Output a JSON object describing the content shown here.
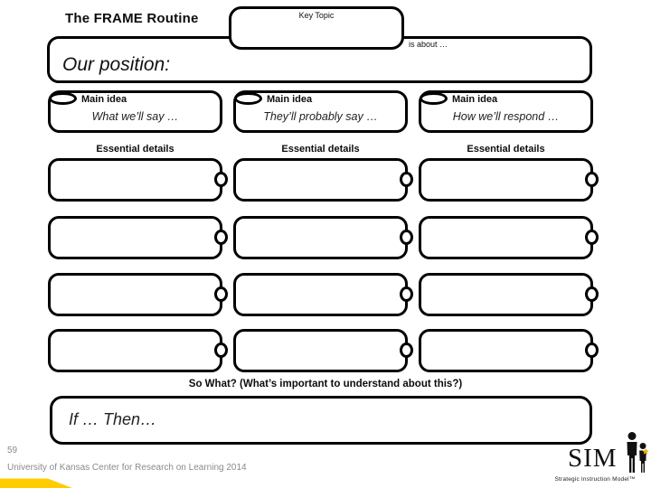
{
  "slide": {
    "title": "The FRAME Routine",
    "key_topic_label": "Key Topic",
    "is_about_label": "is about …",
    "our_position_label": "Our position:",
    "columns": [
      {
        "tab_label": "Main idea",
        "prompt": "What we’ll say …",
        "details_label": "Essential details"
      },
      {
        "tab_label": "Main idea",
        "prompt": "They’ll probably say …",
        "details_label": "Essential details"
      },
      {
        "tab_label": "Main idea",
        "prompt": "How we’ll respond …",
        "details_label": "Essential details"
      }
    ],
    "so_what_label": "So What? (What’s important to understand about this?)",
    "if_then_label": "If … Then…",
    "footer": {
      "page_number": "59",
      "attribution": "University of Kansas Center for Research on Learning 2014"
    },
    "logo": {
      "wordmark": "SIM",
      "tagline": "Strategic Instruction Model™"
    },
    "colors": {
      "outline": "#000000",
      "accent_yellow": "#FFCC00",
      "star_gold": "#E8B400",
      "footer_text": "#8a8a8a"
    }
  }
}
